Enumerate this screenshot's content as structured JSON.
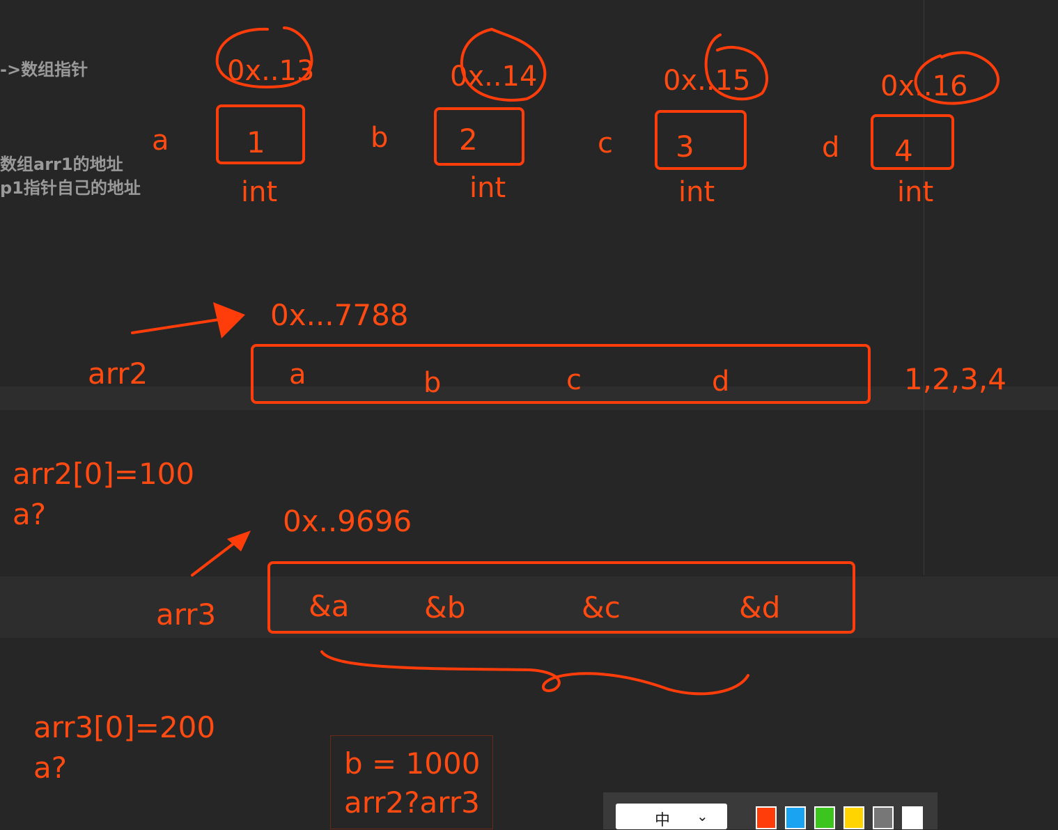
{
  "code_notes": {
    "line1": "->数组指针",
    "line2": "数组arr1的地址",
    "line3": "p1指针自己的地址"
  },
  "variables": [
    {
      "name": "a",
      "value": "1",
      "type": "int",
      "address": "0x..13"
    },
    {
      "name": "b",
      "value": "2",
      "type": "int",
      "address": "0x..14"
    },
    {
      "name": "c",
      "value": "3",
      "type": "int",
      "address": "0x..15"
    },
    {
      "name": "d",
      "value": "4",
      "type": "int",
      "address": "0x..16"
    }
  ],
  "arr2": {
    "label": "arr2",
    "address": "0x...7788",
    "cells": [
      "a",
      "b",
      "c",
      "d"
    ],
    "values_note": "1,2,3,4"
  },
  "question1": {
    "line1": "arr2[0]=100",
    "line2": "a?"
  },
  "arr3": {
    "label": "arr3",
    "address": "0x..9696",
    "cells": [
      "&a",
      "&b",
      "&c",
      "&d"
    ]
  },
  "question2": {
    "line1": "arr3[0]=200",
    "line2": "a?"
  },
  "note_box": {
    "line1": "b = 1000",
    "line2": "arr2?arr3"
  },
  "toolbar": {
    "input_mode": "中",
    "colors": [
      "#ff3d0a",
      "#1aa3f0",
      "#3cc51f",
      "#ffd400",
      "#777777",
      "#ffffff"
    ]
  },
  "ink_color": "#ff4a12"
}
